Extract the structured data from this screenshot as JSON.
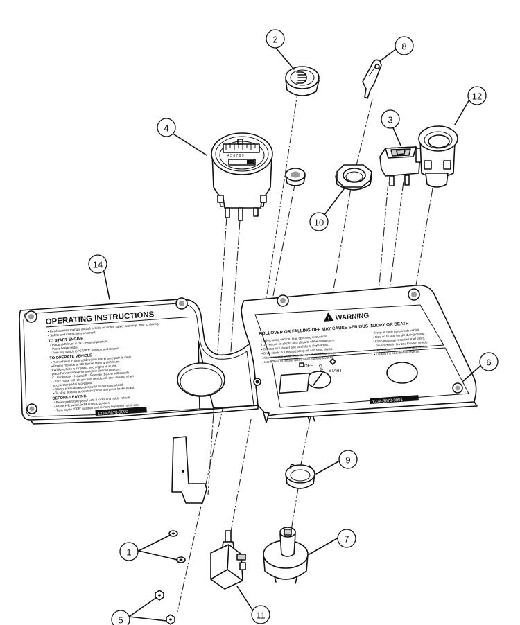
{
  "left_panel": {
    "title": "OPERATING INSTRUCTIONS",
    "intro": [
      "• Read owner's manual and all vehicle mounted safety warnings prior to driving.",
      "• Safety and instructions enforced."
    ],
    "sections": [
      {
        "heading": "TO START ENGINE",
        "lines": [
          "• Place shift lever in \"N\" - Neutral position.",
          "• Press brake pedal.",
          "• Turn key switch to \"START\" position and release."
        ]
      },
      {
        "heading": "TO OPERATE VEHICLE",
        "lines": [
          "• Turn wheels in desired direction and ensure path is clear.",
          "• Engine must be at idle before moving shift lever.",
          "• While vehicle is stopped, and engine is at idle,",
          "  place Forward/Reverse switch in desired position:",
          "  F - Forward    N - Neutral    R - Reverse (Buzzer will sound)",
          "• Park brake will release and vehicle will start moving when",
          "  accelerator pedal is pressed.",
          "• Slowly press accelerator pedal to increase speed.",
          "• To stop, release accelerator pedal and press brake pedal."
        ]
      },
      {
        "heading": "BEFORE LEAVING",
        "lines": [
          "• Press park brake pedal until it locks and holds vehicle.",
          "• Place F/R switch in NEUTRAL position.",
          "• Turn key to \"OFF\" position and remove key when not in use."
        ]
      }
    ],
    "part_number": "1234-5678-9000"
  },
  "right_panel": {
    "warning_title": "WARNING",
    "warning_subtitle": "ROLLOVER OR FALLING OFF MAY CAUSE SERIOUS INJURY OR DEATH",
    "left_lines": [
      "• Before using vehicle, read operating instructions.",
      "• Do not use on slopes until all parts of the instructions.",
      "• Operate turn slower and carefully at slope areas.",
      "• Drive slowly in turns and steep hill and short slopes.",
      "• Never operate under the influence of alcohol or drugs.",
      "• Use brakes to reduce speed when coming down hill."
    ],
    "right_lines": [
      "• Keep all body parts inside vehicle.",
      "• Hold on to seat handle during driving.",
      "• Keep passengers seated at all times.",
      "• Drive slowly in low and forward vehicle.",
      "• Do not leave driver unattended vehicle.",
      "• Look to the back before reverse."
    ],
    "key_labels": {
      "off": "OFF",
      "on": "ON",
      "start": "START"
    },
    "part_number": "1234-5678-9001"
  },
  "hourmeter": {
    "scale": "4  5  6  7  8  9"
  },
  "callouts": [
    {
      "id": "callout-1",
      "label": "1"
    },
    {
      "id": "callout-2",
      "label": "2"
    },
    {
      "id": "callout-3",
      "label": "3"
    },
    {
      "id": "callout-4",
      "label": "4"
    },
    {
      "id": "callout-5",
      "label": "5"
    },
    {
      "id": "callout-6",
      "label": "6"
    },
    {
      "id": "callout-7",
      "label": "7"
    },
    {
      "id": "callout-8",
      "label": "8"
    },
    {
      "id": "callout-9",
      "label": "9"
    },
    {
      "id": "callout-10",
      "label": "10"
    },
    {
      "id": "callout-11",
      "label": "11"
    },
    {
      "id": "callout-12",
      "label": "12"
    },
    {
      "id": "callout-14",
      "label": "14"
    }
  ]
}
